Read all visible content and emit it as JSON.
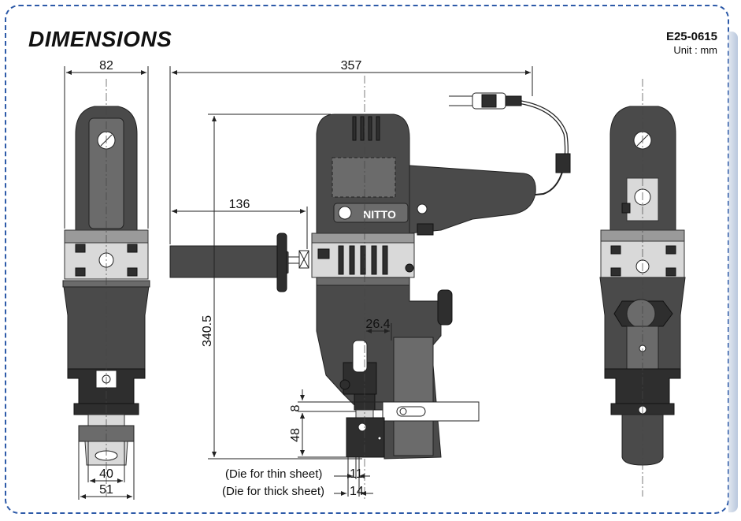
{
  "header": {
    "title": "DIMENSIONS",
    "code": "E25-0615",
    "unit": "Unit : mm"
  },
  "brand": "NITTO",
  "dimensions": {
    "front_width": "82",
    "overall_length": "357",
    "handle_length": "136",
    "overall_height": "340.5",
    "offset": "26.4",
    "gap_small": "8",
    "gap_large": "48",
    "die_width_inner": "40",
    "die_width_outer": "51",
    "thin_value": "11",
    "thick_value": "14"
  },
  "labels": {
    "thin_sheet": "(Die for thin sheet)",
    "thick_sheet": "(Die for thick sheet)"
  }
}
